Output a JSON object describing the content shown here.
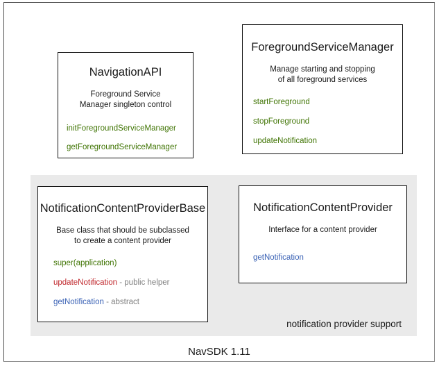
{
  "diagram": {
    "caption": "NavSDK 1.11",
    "colors": {
      "method_green": "#417505",
      "method_blue": "#3a62b5",
      "method_red": "#c0282d",
      "note_gray": "#808080",
      "panel_gray": "#eaeaea",
      "text": "#1a1a1a",
      "border": "#111111"
    },
    "group_panel": {
      "caption": "notification provider support"
    },
    "boxes": [
      {
        "id": "navigation-api",
        "title": "NavigationAPI",
        "description_lines": [
          "Foreground Service",
          "Manager singleton control"
        ],
        "members": [
          {
            "name": "initForegroundServiceManager",
            "color": "green",
            "note": ""
          },
          {
            "name": "getForegroundServiceManager",
            "color": "green",
            "note": ""
          }
        ]
      },
      {
        "id": "foreground-service-manager",
        "title": "ForegroundServiceManager",
        "description_lines": [
          "Manage starting and stopping",
          "of all foreground services"
        ],
        "members": [
          {
            "name": "startForeground",
            "color": "green",
            "note": ""
          },
          {
            "name": "stopForeground",
            "color": "green",
            "note": ""
          },
          {
            "name": "updateNotification",
            "color": "green",
            "note": ""
          }
        ]
      },
      {
        "id": "notification-content-provider-base",
        "title": "NotificationContentProviderBase",
        "description_lines": [
          "Base class that should be subclassed",
          "to create a content provider"
        ],
        "members": [
          {
            "name": "super(application)",
            "color": "green",
            "note": ""
          },
          {
            "name": "updateNotification",
            "color": "red",
            "note": " - public helper"
          },
          {
            "name": "getNotification",
            "color": "blue",
            "note": " - abstract"
          }
        ]
      },
      {
        "id": "notification-content-provider",
        "title": "NotificationContentProvider",
        "description_lines": [
          "Interface for a content provider"
        ],
        "members": [
          {
            "name": "getNotification",
            "color": "blue",
            "note": ""
          }
        ]
      }
    ]
  }
}
